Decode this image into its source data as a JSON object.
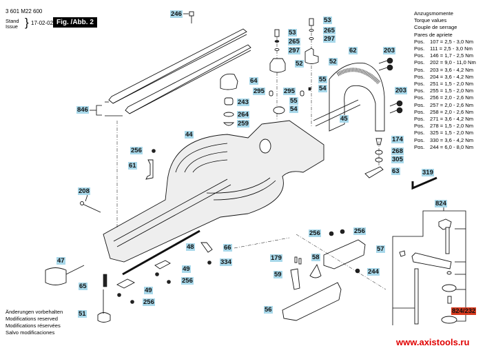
{
  "header": {
    "document_number": "3 601 M22 600",
    "stand_label": "Stand",
    "issue_label": "Issue",
    "date": "17-02-02",
    "figure_label": "Fig. /Abb. 2"
  },
  "torque_table": {
    "headings": [
      "Anzugsmomente",
      "Torque values",
      "Couple de serrage",
      "Pares de apriete"
    ],
    "rows": [
      {
        "prefix": "Pos.",
        "value": "107 = 2,5 - 3,0 Nm"
      },
      {
        "prefix": "Pos.",
        "value": "111 = 2,5 - 3,0 Nm"
      },
      {
        "prefix": "Pos.",
        "value": "146 = 1,7 - 2,5 Nm"
      },
      {
        "prefix": "Pos.",
        "value": "202 = 9,0 - 11,0 Nm"
      },
      {
        "prefix": "Pos.",
        "value": "203 = 3,6 - 4,2 Nm"
      },
      {
        "prefix": "Pos.",
        "value": "204 = 3,6 - 4,2 Nm"
      },
      {
        "prefix": "Pos.",
        "value": "251 = 1,5 - 2,0 Nm"
      },
      {
        "prefix": "Pos.",
        "value": "255 = 1,5 - 2,0 Nm"
      },
      {
        "prefix": "Pos.",
        "value": "256 = 2,0 - 2,6 Nm"
      },
      {
        "prefix": "Pos.",
        "value": "257 = 2,0 - 2,6 Nm"
      },
      {
        "prefix": "Pos.",
        "value": "258 = 2,0 - 2,6 Nm"
      },
      {
        "prefix": "Pos.",
        "value": "271 = 3,6 - 4,2 Nm"
      },
      {
        "prefix": "Pos.",
        "value": "278 = 1,5 - 2,0 Nm"
      },
      {
        "prefix": "Pos.",
        "value": "325 = 1,5 - 2,0 Nm"
      },
      {
        "prefix": "Pos.",
        "value": "330 = 3,6 - 4,2 Nm"
      },
      {
        "prefix": "Pos.",
        "value": "244 = 6,0 - 8,0 Nm"
      }
    ]
  },
  "footer": {
    "modifications": [
      "Änderungen vorbehalten",
      "Modifications reserved",
      "Modifications réservées",
      "Salvo modificaciones"
    ],
    "website": "www.axistools.ru"
  },
  "colors": {
    "label_bg": "#a8d8ea",
    "highlight_label_bg": "#d83a1e",
    "website": "#e00000"
  },
  "part_labels": [
    {
      "id": "246",
      "text": "246"
    },
    {
      "id": "846",
      "text": "846"
    },
    {
      "id": "53a",
      "text": "53"
    },
    {
      "id": "265a",
      "text": "265"
    },
    {
      "id": "297a",
      "text": "297"
    },
    {
      "id": "52a",
      "text": "52"
    },
    {
      "id": "53b",
      "text": "53"
    },
    {
      "id": "265b",
      "text": "265"
    },
    {
      "id": "297b",
      "text": "297"
    },
    {
      "id": "52b",
      "text": "52"
    },
    {
      "id": "62",
      "text": "62"
    },
    {
      "id": "203a",
      "text": "203"
    },
    {
      "id": "203b",
      "text": "203"
    },
    {
      "id": "64",
      "text": "64"
    },
    {
      "id": "243",
      "text": "243"
    },
    {
      "id": "264",
      "text": "264"
    },
    {
      "id": "259",
      "text": "259"
    },
    {
      "id": "295a",
      "text": "295"
    },
    {
      "id": "295b",
      "text": "295"
    },
    {
      "id": "55a",
      "text": "55"
    },
    {
      "id": "54a",
      "text": "54"
    },
    {
      "id": "55b",
      "text": "55"
    },
    {
      "id": "54b",
      "text": "54"
    },
    {
      "id": "45",
      "text": "45"
    },
    {
      "id": "44",
      "text": "44"
    },
    {
      "id": "256a",
      "text": "256"
    },
    {
      "id": "61",
      "text": "61"
    },
    {
      "id": "174",
      "text": "174"
    },
    {
      "id": "268",
      "text": "268"
    },
    {
      "id": "305",
      "text": "305"
    },
    {
      "id": "63",
      "text": "63"
    },
    {
      "id": "319",
      "text": "319"
    },
    {
      "id": "208",
      "text": "208"
    },
    {
      "id": "824",
      "text": "824"
    },
    {
      "id": "256b",
      "text": "256"
    },
    {
      "id": "256c",
      "text": "256"
    },
    {
      "id": "57",
      "text": "57"
    },
    {
      "id": "48",
      "text": "48"
    },
    {
      "id": "66",
      "text": "66"
    },
    {
      "id": "334",
      "text": "334"
    },
    {
      "id": "179",
      "text": "179"
    },
    {
      "id": "58",
      "text": "58"
    },
    {
      "id": "47",
      "text": "47"
    },
    {
      "id": "59",
      "text": "59"
    },
    {
      "id": "244",
      "text": "244"
    },
    {
      "id": "49a",
      "text": "49"
    },
    {
      "id": "256d",
      "text": "256"
    },
    {
      "id": "65",
      "text": "65"
    },
    {
      "id": "49b",
      "text": "49"
    },
    {
      "id": "256e",
      "text": "256"
    },
    {
      "id": "51",
      "text": "51"
    },
    {
      "id": "56",
      "text": "56"
    },
    {
      "id": "824_232",
      "text": "824/232"
    }
  ]
}
